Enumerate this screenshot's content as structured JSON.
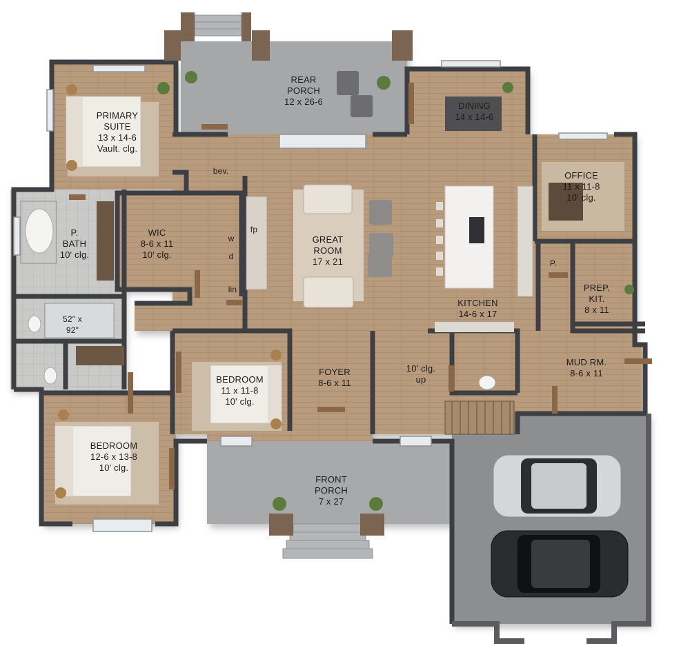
{
  "rooms": {
    "rear_porch": {
      "name": "REAR",
      "name2": "PORCH",
      "size": "12 x 26-6"
    },
    "primary_suite": {
      "name": "PRIMARY",
      "name2": "SUITE",
      "size": "13 x 14-6",
      "note": "Vault. clg."
    },
    "dining": {
      "name": "DINING",
      "size": "14 x 14-6"
    },
    "office": {
      "name": "OFFICE",
      "size": "11 x 11-8",
      "note": "10' clg."
    },
    "pbath": {
      "name": "P.",
      "name2": "BATH",
      "note": "10' clg."
    },
    "wic": {
      "name": "WIC",
      "size": "8-6 x 11",
      "note": "10' clg."
    },
    "great_room": {
      "name": "GREAT",
      "name2": "ROOM",
      "size": "17 x 21"
    },
    "kitchen": {
      "name": "KITCHEN",
      "size": "14-6 x 17"
    },
    "prep_kit": {
      "name": "PREP.",
      "name2": "KIT.",
      "size": "8 x 11"
    },
    "mud_rm": {
      "name": "MUD RM.",
      "size": "8-6 x 11"
    },
    "bedroom2": {
      "name": "BEDROOM",
      "size": "11 x 11-8",
      "note": "10' clg."
    },
    "foyer": {
      "name": "FOYER",
      "size": "8-6 x 11"
    },
    "stair": {
      "note": "10' clg.",
      "dir": "up"
    },
    "bedroom3": {
      "name": "BEDROOM",
      "size": "12-6 x 13-8",
      "note": "10' clg."
    },
    "front_porch": {
      "name": "FRONT",
      "name2": "PORCH",
      "size": "7 x 27"
    }
  },
  "tags": {
    "bev": "bev.",
    "fp": "fp",
    "w": "w",
    "d": "d",
    "lin": "lin",
    "pantry": "P.",
    "shower_size": "52\" x",
    "shower_size2": "92\""
  },
  "colors": {
    "wall": "#3d3f42",
    "wall_face": "#b4aaa2",
    "wood_floor": "#b89a7d",
    "patio": "#a6a7a8",
    "garage": "#8d8e90",
    "tile": "#c7c7c5",
    "rug": "#d9cdbd"
  }
}
